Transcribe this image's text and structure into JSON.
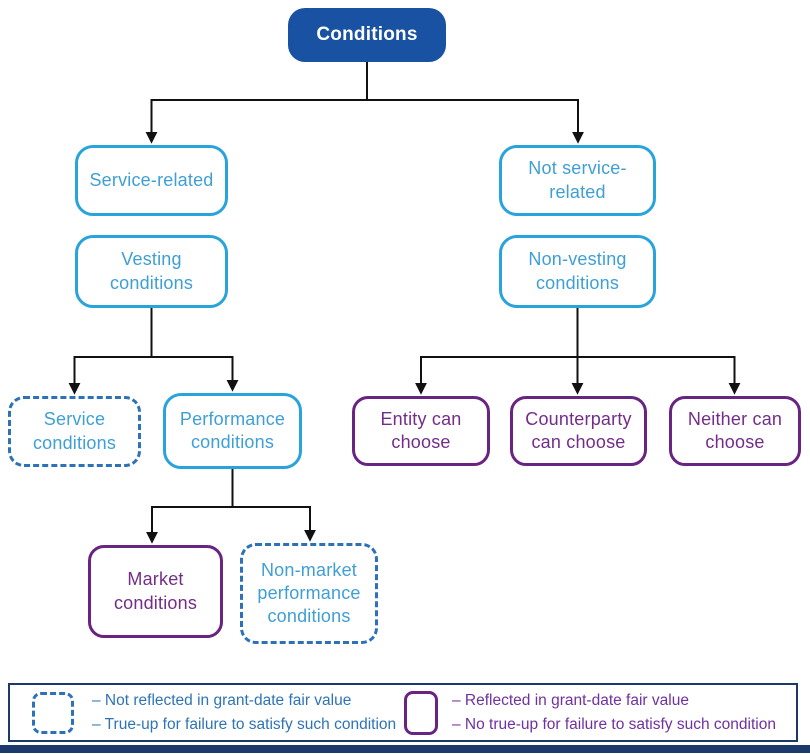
{
  "nodes": {
    "conditions": {
      "label": "Conditions"
    },
    "service_related": {
      "line1": "Service-related"
    },
    "not_service_related": {
      "line1": "Not service-",
      "line2": "related"
    },
    "vesting": {
      "line1": "Vesting",
      "line2": "conditions"
    },
    "non_vesting": {
      "line1": "Non-vesting",
      "line2": "conditions"
    },
    "service_conditions": {
      "line1": "Service",
      "line2": "conditions"
    },
    "performance_conditions": {
      "line1": "Performance",
      "line2": "conditions"
    },
    "entity_can_choose": {
      "line1": "Entity can",
      "line2": "choose"
    },
    "counterparty_can_choose": {
      "line1": "Counterparty",
      "line2": "can choose"
    },
    "neither_can_choose": {
      "line1": "Neither can",
      "line2": "choose"
    },
    "market_conditions": {
      "line1": "Market",
      "line2": "conditions"
    },
    "non_market_conditions": {
      "line1": "Non-market",
      "line2": "performance",
      "line3": "conditions"
    }
  },
  "legend": {
    "dashed": {
      "item1": "–  Not reflected in grant-date fair value",
      "item2": "–  True-up for failure to satisfy such condition"
    },
    "solid": {
      "item1": "–  Reflected in grant-date fair value",
      "item2": "–  No true-up for failure to satisfy such condition"
    }
  },
  "colors": {
    "root_fill": "#1952A2",
    "blue_outline": "#29A3DC",
    "blue_text": "#3E9FD6",
    "dashed_outline": "#2D72B8",
    "purple_outline": "#692381",
    "purple_text": "#732D88",
    "legend_navy": "#1B3A6B",
    "legend_blue_text": "#2E74B5",
    "legend_purple_text": "#7030A0",
    "connector": "#111111"
  }
}
